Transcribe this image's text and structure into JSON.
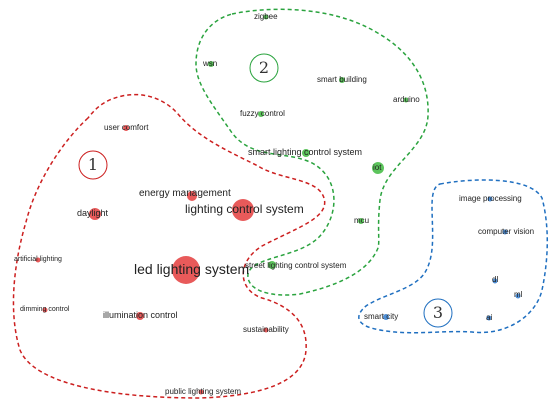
{
  "colors": {
    "cluster1": "#cc1f1f",
    "cluster2": "#2aa33e",
    "cluster3": "#1f6fc0",
    "node1": "#e85a5a",
    "node2": "#5cc45c",
    "node3": "#4f8fd6"
  },
  "clusters": [
    {
      "id": "1",
      "label": "1"
    },
    {
      "id": "2",
      "label": "2"
    },
    {
      "id": "3",
      "label": "3"
    }
  ],
  "keywords": {
    "zigbee": "zigbee",
    "wsn": "wsn",
    "smart_building": "smart building",
    "arduino": "arduino",
    "fuzzy_control": "fuzzy control",
    "smart_lighting_control_system": "smart lighting control system",
    "iot": "iot",
    "mcu": "mcu",
    "street_lighting_control_system": "street lighting control system",
    "user_comfort": "user comfort",
    "energy_management": "energy management",
    "lighting_control_system": "lighting control system",
    "daylight": "daylight",
    "artificial_lighting": "artificial lighting",
    "led_lighting_system": "led lighting system",
    "dimming_control": "dimming control",
    "illumination_control": "illumination control",
    "sustainability": "sustainability",
    "public_lighting_system": "public lighting system",
    "image_processing": "image processing",
    "computer_vision": "computer vision",
    "dl": "dl",
    "ml": "ml",
    "ai": "ai",
    "smart_city": "smart city"
  }
}
